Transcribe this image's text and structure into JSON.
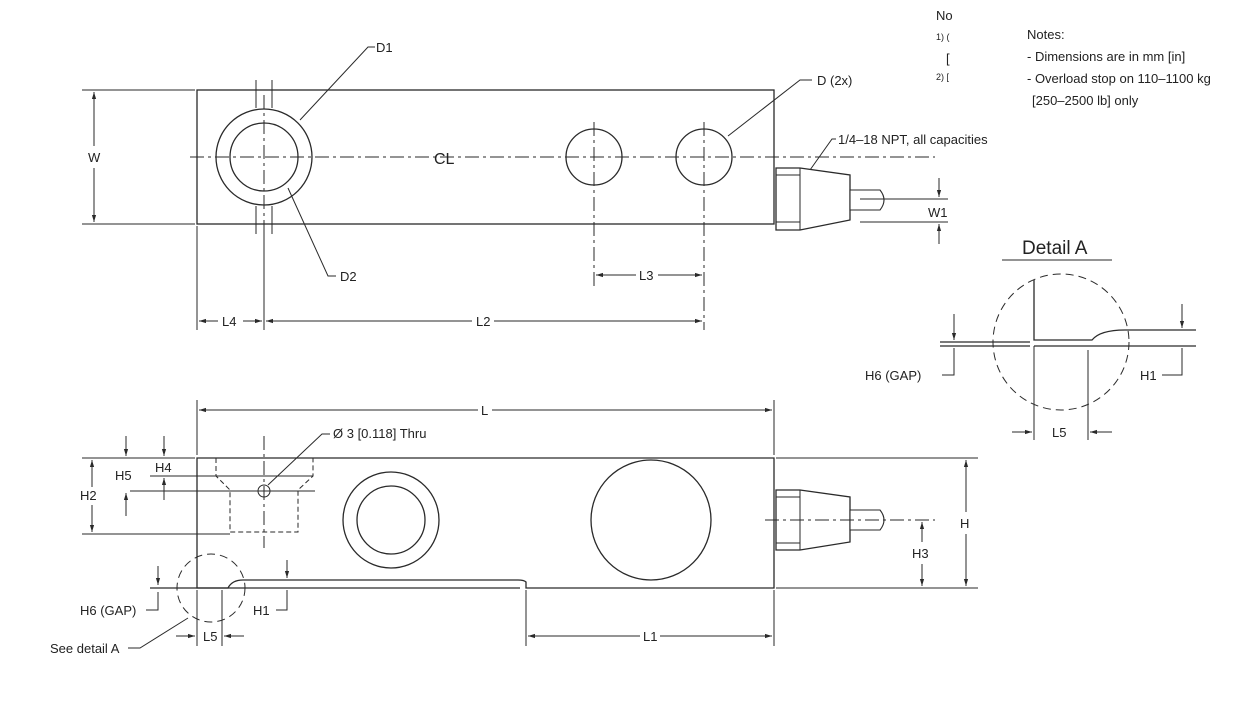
{
  "notes": {
    "header_partial": "No",
    "hidden_lines": [
      "1) (",
      "[",
      "2) ["
    ],
    "title": "Notes:",
    "items": [
      "- Dimensions are in mm [in]",
      "- Overload stop on 110–1100 kg",
      "  [250–2500 lb] only"
    ]
  },
  "top_view": {
    "labels": {
      "d1": "D1",
      "d2": "D2",
      "d_2x": "D (2x)",
      "centerline": "CL",
      "w": "W",
      "w1": "W1",
      "l2": "L2",
      "l3": "L3",
      "l4": "L4",
      "npt": "1/4–18 NPT, all capacities"
    }
  },
  "detail_a": {
    "title": "Detail A",
    "labels": {
      "h6": "H6 (GAP)",
      "h1": "H1",
      "l5": "L5"
    }
  },
  "side_view": {
    "labels": {
      "l": "L",
      "l1": "L1",
      "l5": "L5",
      "h": "H",
      "h1": "H1",
      "h2": "H2",
      "h3": "H3",
      "h4": "H4",
      "h5": "H5",
      "h6": "H6 (GAP)",
      "hole": "Ø 3 [0.118] Thru",
      "see_detail": "See detail A"
    }
  }
}
